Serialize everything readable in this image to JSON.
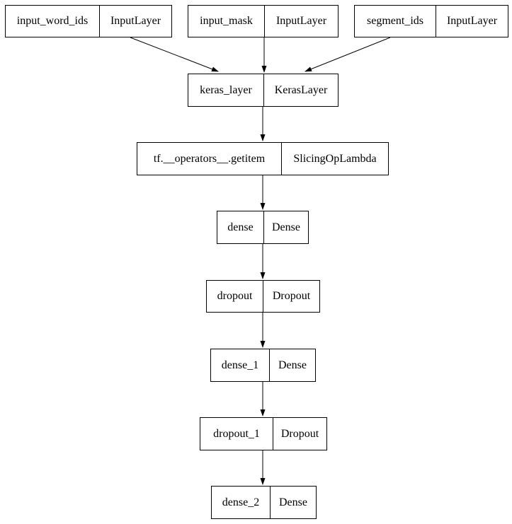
{
  "diagram": {
    "kind": "keras-model-plot",
    "colors": {
      "background": "#ffffff",
      "border": "#000000",
      "text": "#000000",
      "arrow": "#000000"
    },
    "nodes": [
      {
        "name": "input_word_ids",
        "type": "InputLayer"
      },
      {
        "name": "input_mask",
        "type": "InputLayer"
      },
      {
        "name": "segment_ids",
        "type": "InputLayer"
      },
      {
        "name": "keras_layer",
        "type": "KerasLayer"
      },
      {
        "name": "tf.__operators__.getitem",
        "type": "SlicingOpLambda"
      },
      {
        "name": "dense",
        "type": "Dense"
      },
      {
        "name": "dropout",
        "type": "Dropout"
      },
      {
        "name": "dense_1",
        "type": "Dense"
      },
      {
        "name": "dropout_1",
        "type": "Dropout"
      },
      {
        "name": "dense_2",
        "type": "Dense"
      }
    ],
    "edges": [
      {
        "from": "input_word_ids",
        "to": "keras_layer"
      },
      {
        "from": "input_mask",
        "to": "keras_layer"
      },
      {
        "from": "segment_ids",
        "to": "keras_layer"
      },
      {
        "from": "keras_layer",
        "to": "tf.__operators__.getitem"
      },
      {
        "from": "tf.__operators__.getitem",
        "to": "dense"
      },
      {
        "from": "dense",
        "to": "dropout"
      },
      {
        "from": "dropout",
        "to": "dense_1"
      },
      {
        "from": "dense_1",
        "to": "dropout_1"
      },
      {
        "from": "dropout_1",
        "to": "dense_2"
      }
    ]
  }
}
